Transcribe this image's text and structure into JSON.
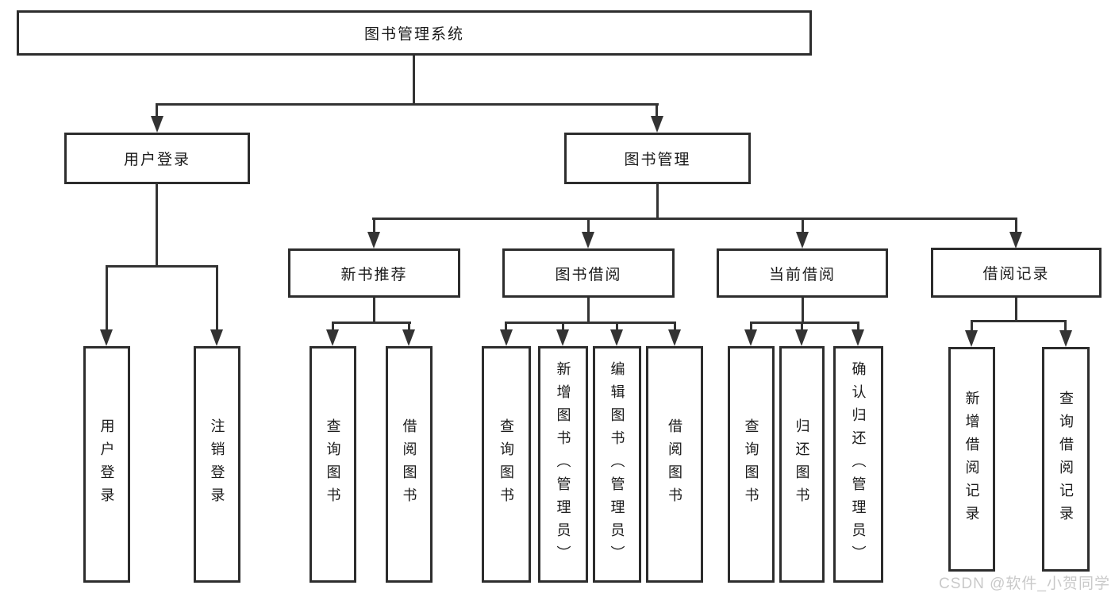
{
  "diagram": {
    "root": {
      "label": "图书管理系统"
    },
    "level2": [
      {
        "label": "用户登录",
        "leaves": [
          "用户登录",
          "注销登录"
        ]
      },
      {
        "label": "图书管理"
      }
    ],
    "level3": [
      {
        "label": "新书推荐",
        "leaves": [
          "查询图书",
          "借阅图书"
        ]
      },
      {
        "label": "图书借阅",
        "leaves": [
          "查询图书",
          "新增图书（管理员）",
          "编辑图书（管理员）",
          "借阅图书"
        ]
      },
      {
        "label": "当前借阅",
        "leaves": [
          "查询图书",
          "归还图书",
          "确认归还（管理员）"
        ]
      },
      {
        "label": "借阅记录",
        "leaves": [
          "新增借阅记录",
          "查询借阅记录"
        ]
      }
    ]
  },
  "watermark": {
    "text": "CSDN @软件_小贺同学"
  },
  "colors": {
    "line": "#333333",
    "box_border": "#2d2d2d",
    "text": "#1a1a1a",
    "watermark": "#c9c9c9",
    "background": "#ffffff"
  }
}
